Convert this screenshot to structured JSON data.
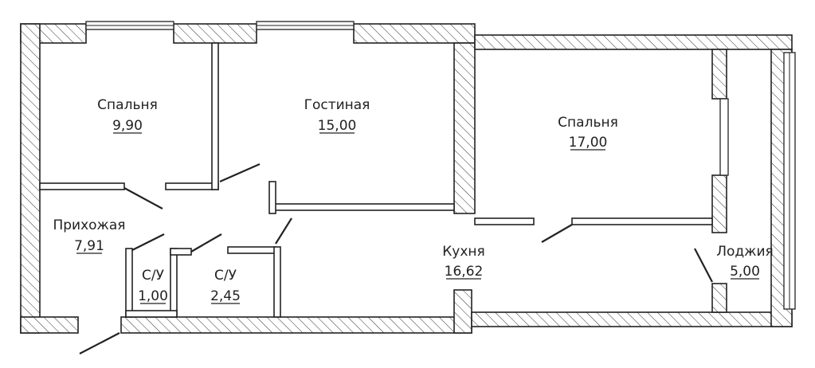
{
  "rooms": [
    {
      "name": "Спальня",
      "area": "9,90"
    },
    {
      "name": "Гостиная",
      "area": "15,00"
    },
    {
      "name": "Спальня",
      "area": "17,00"
    },
    {
      "name": "Прихожая",
      "area": "7,91"
    },
    {
      "name": "С/У",
      "area": "1,00"
    },
    {
      "name": "С/У",
      "area": "2,45"
    },
    {
      "name": "Кухня",
      "area": "16,62"
    },
    {
      "name": "Лоджия",
      "area": "5,00"
    }
  ]
}
